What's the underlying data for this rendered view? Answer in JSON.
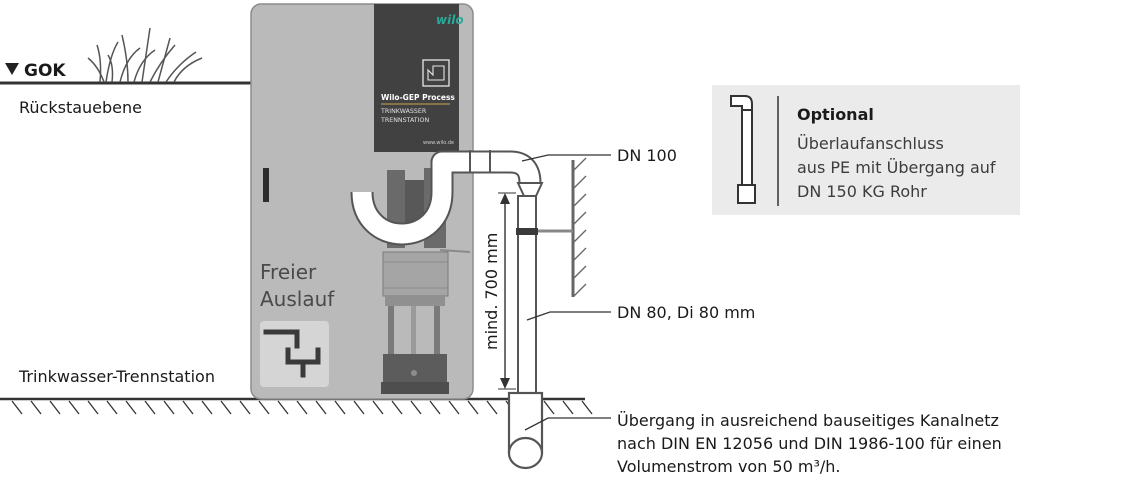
{
  "ground": {
    "gok": "GOK",
    "rueckstauebene": "Rückstauebene",
    "station_label": "Trinkwasser-Trennstation"
  },
  "cabinet": {
    "brand": "wilo",
    "product": "Wilo-GEP Process",
    "line1": "TRINKWASSER",
    "line2": "TRENNSTATION",
    "url": "www.wilo.de",
    "freier": "Freier",
    "auslauf": "Auslauf"
  },
  "labels": {
    "dn100": "DN 100",
    "dn80": "DN 80, Di 80 mm",
    "height": "mind. 700 mm",
    "uebergang": [
      "Übergang in ausreichend bauseitiges Kanalnetz",
      "nach DIN EN 12056 und DIN 1986-100 für einen",
      "Volumenstrom von 50 m³/h."
    ]
  },
  "optional": {
    "title": "Optional",
    "lines": [
      "Überlaufanschluss",
      "aus PE mit Übergang auf",
      "DN 150 KG Rohr"
    ]
  },
  "colors": {
    "brand_green": "#2aa99a",
    "cabinet_gray": "#b9b9b9",
    "panel_dark": "#414141",
    "box_bg": "#ebebeb"
  }
}
